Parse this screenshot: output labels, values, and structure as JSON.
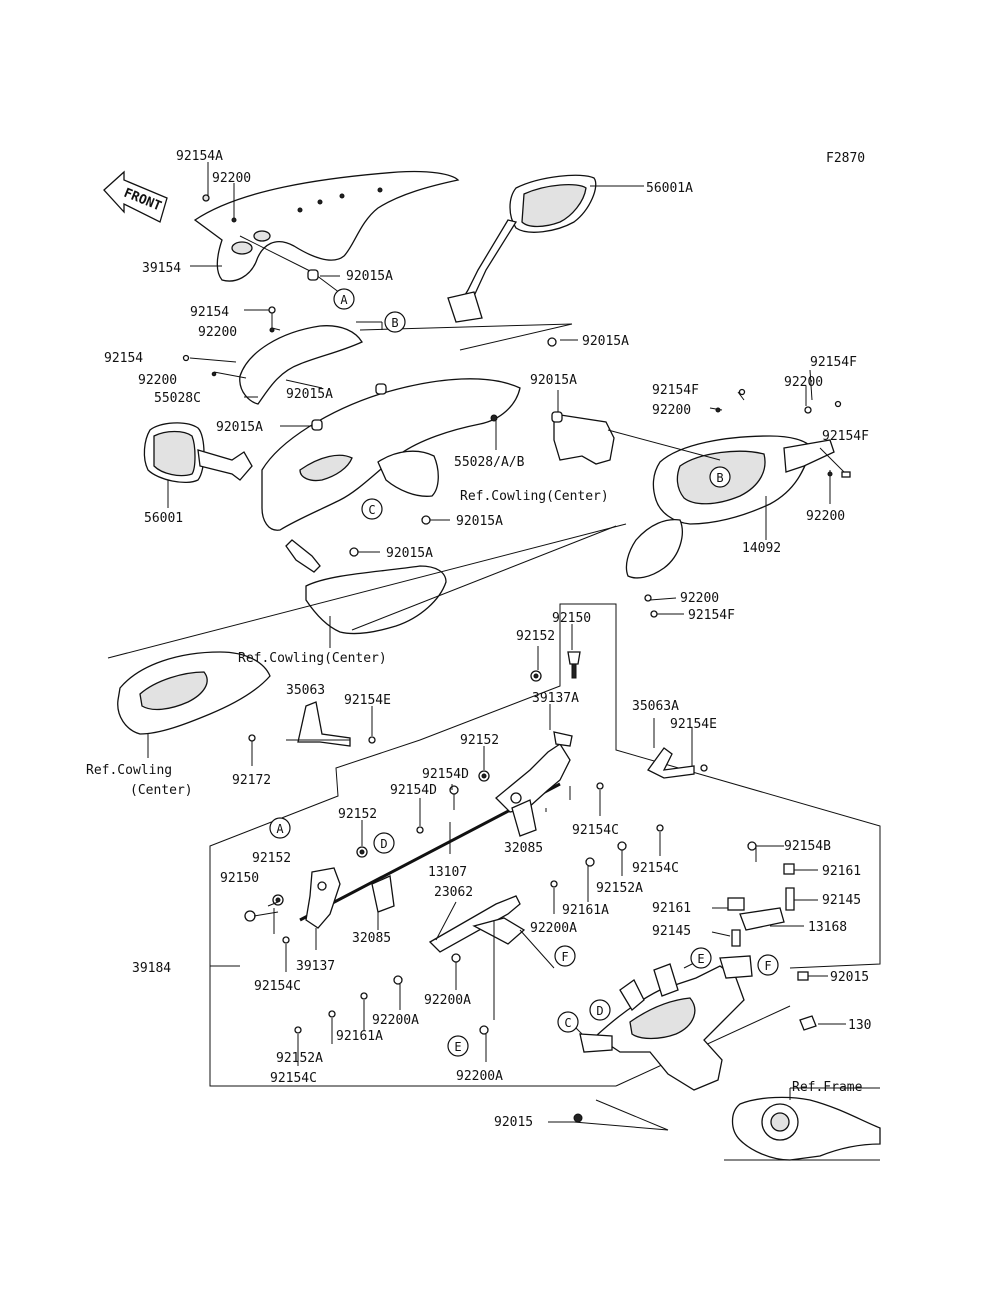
{
  "figure_code": "F2870",
  "front_label": "FRONT",
  "labels": {
    "l1": "92154A",
    "l2": "92200",
    "l3": "39154",
    "l4": "92015A",
    "l5": "92154",
    "l6": "92200",
    "l7": "92154",
    "l8": "92200",
    "l9": "55028C",
    "l10": "92015A",
    "l11": "92015A",
    "l12": "56001",
    "l13": "56001A",
    "l14": "92015A",
    "l15": "92015A",
    "l16": "55028/A/B",
    "l17": "Ref.Cowling(Center)",
    "l18": "92015A",
    "l19": "92015A",
    "l20": "Ref.Cowling(Center)",
    "l21": "92154F",
    "l22": "92200",
    "l23": "92154F",
    "l24": "92200",
    "l25": "92154F",
    "l26": "92200",
    "l27": "14092",
    "l28": "92200",
    "l29": "92154F",
    "l30": "92150",
    "l31": "92152",
    "l32": "39137A",
    "l33": "35063",
    "l34": "92154E",
    "l35": "Ref.Cowling",
    "l36": "(Center)",
    "l37": "92172",
    "l38": "35063A",
    "l39": "92154E",
    "l40": "92152",
    "l41": "92154D",
    "l42": "92154D",
    "l43": "92154C",
    "l44": "92152",
    "l45": "32085",
    "l46": "13107",
    "l47": "92154B",
    "l48": "92154C",
    "l49": "92161",
    "l50": "92152A",
    "l51": "92145",
    "l52": "92152",
    "l53": "92150",
    "l54": "23062",
    "l55": "92161A",
    "l56": "92161",
    "l57": "13168",
    "l58": "92200A",
    "l59": "92145",
    "l60": "32085",
    "l61": "39137",
    "l62": "39184",
    "l63": "92154C",
    "l64": "92200A",
    "l65": "92200A",
    "l66": "92161A",
    "l67": "92152A",
    "l68": "92154C",
    "l69": "92200A",
    "l70": "92015",
    "l71": "130",
    "l72": "Ref.Frame",
    "l73": "92015"
  },
  "callouts": {
    "a1": "A",
    "a2": "A",
    "b1": "B",
    "b2": "B",
    "c1": "C",
    "c2": "C",
    "d1": "D",
    "d2": "D",
    "e1": "E",
    "e2": "E",
    "f1": "F",
    "f2": "F"
  }
}
